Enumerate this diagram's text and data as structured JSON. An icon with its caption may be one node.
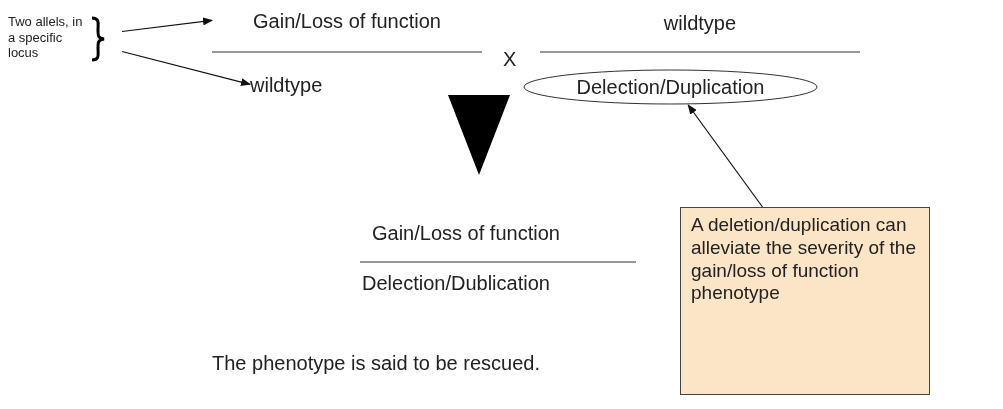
{
  "diagram": {
    "nodes": [
      {
        "text": [
          "Two allels, in a specific locus"
        ]
      },
      {
        "text": [
          "Gain/Loss of function"
        ]
      },
      {
        "text": [
          "wildtype"
        ]
      },
      {
        "text": [
          "wildtype"
        ]
      },
      {
        "text": [
          "Delection/Duplication"
        ]
      },
      {
        "text": [
          "A deletion/duplication can alleviate the severity of the gain/loss of function phenotype"
        ]
      }
    ],
    "edges": [
      {
        "from": 0,
        "to": 1,
        "arrow": "to"
      },
      {
        "from": 0,
        "to": 2,
        "arrow": "to"
      },
      {
        "from": 5,
        "to": 4,
        "arrow": "to"
      }
    ],
    "labels": [
      "X",
      "Gain/Loss of function",
      "Delection/Dublication",
      "The phenotype is said to be rescued."
    ]
  }
}
